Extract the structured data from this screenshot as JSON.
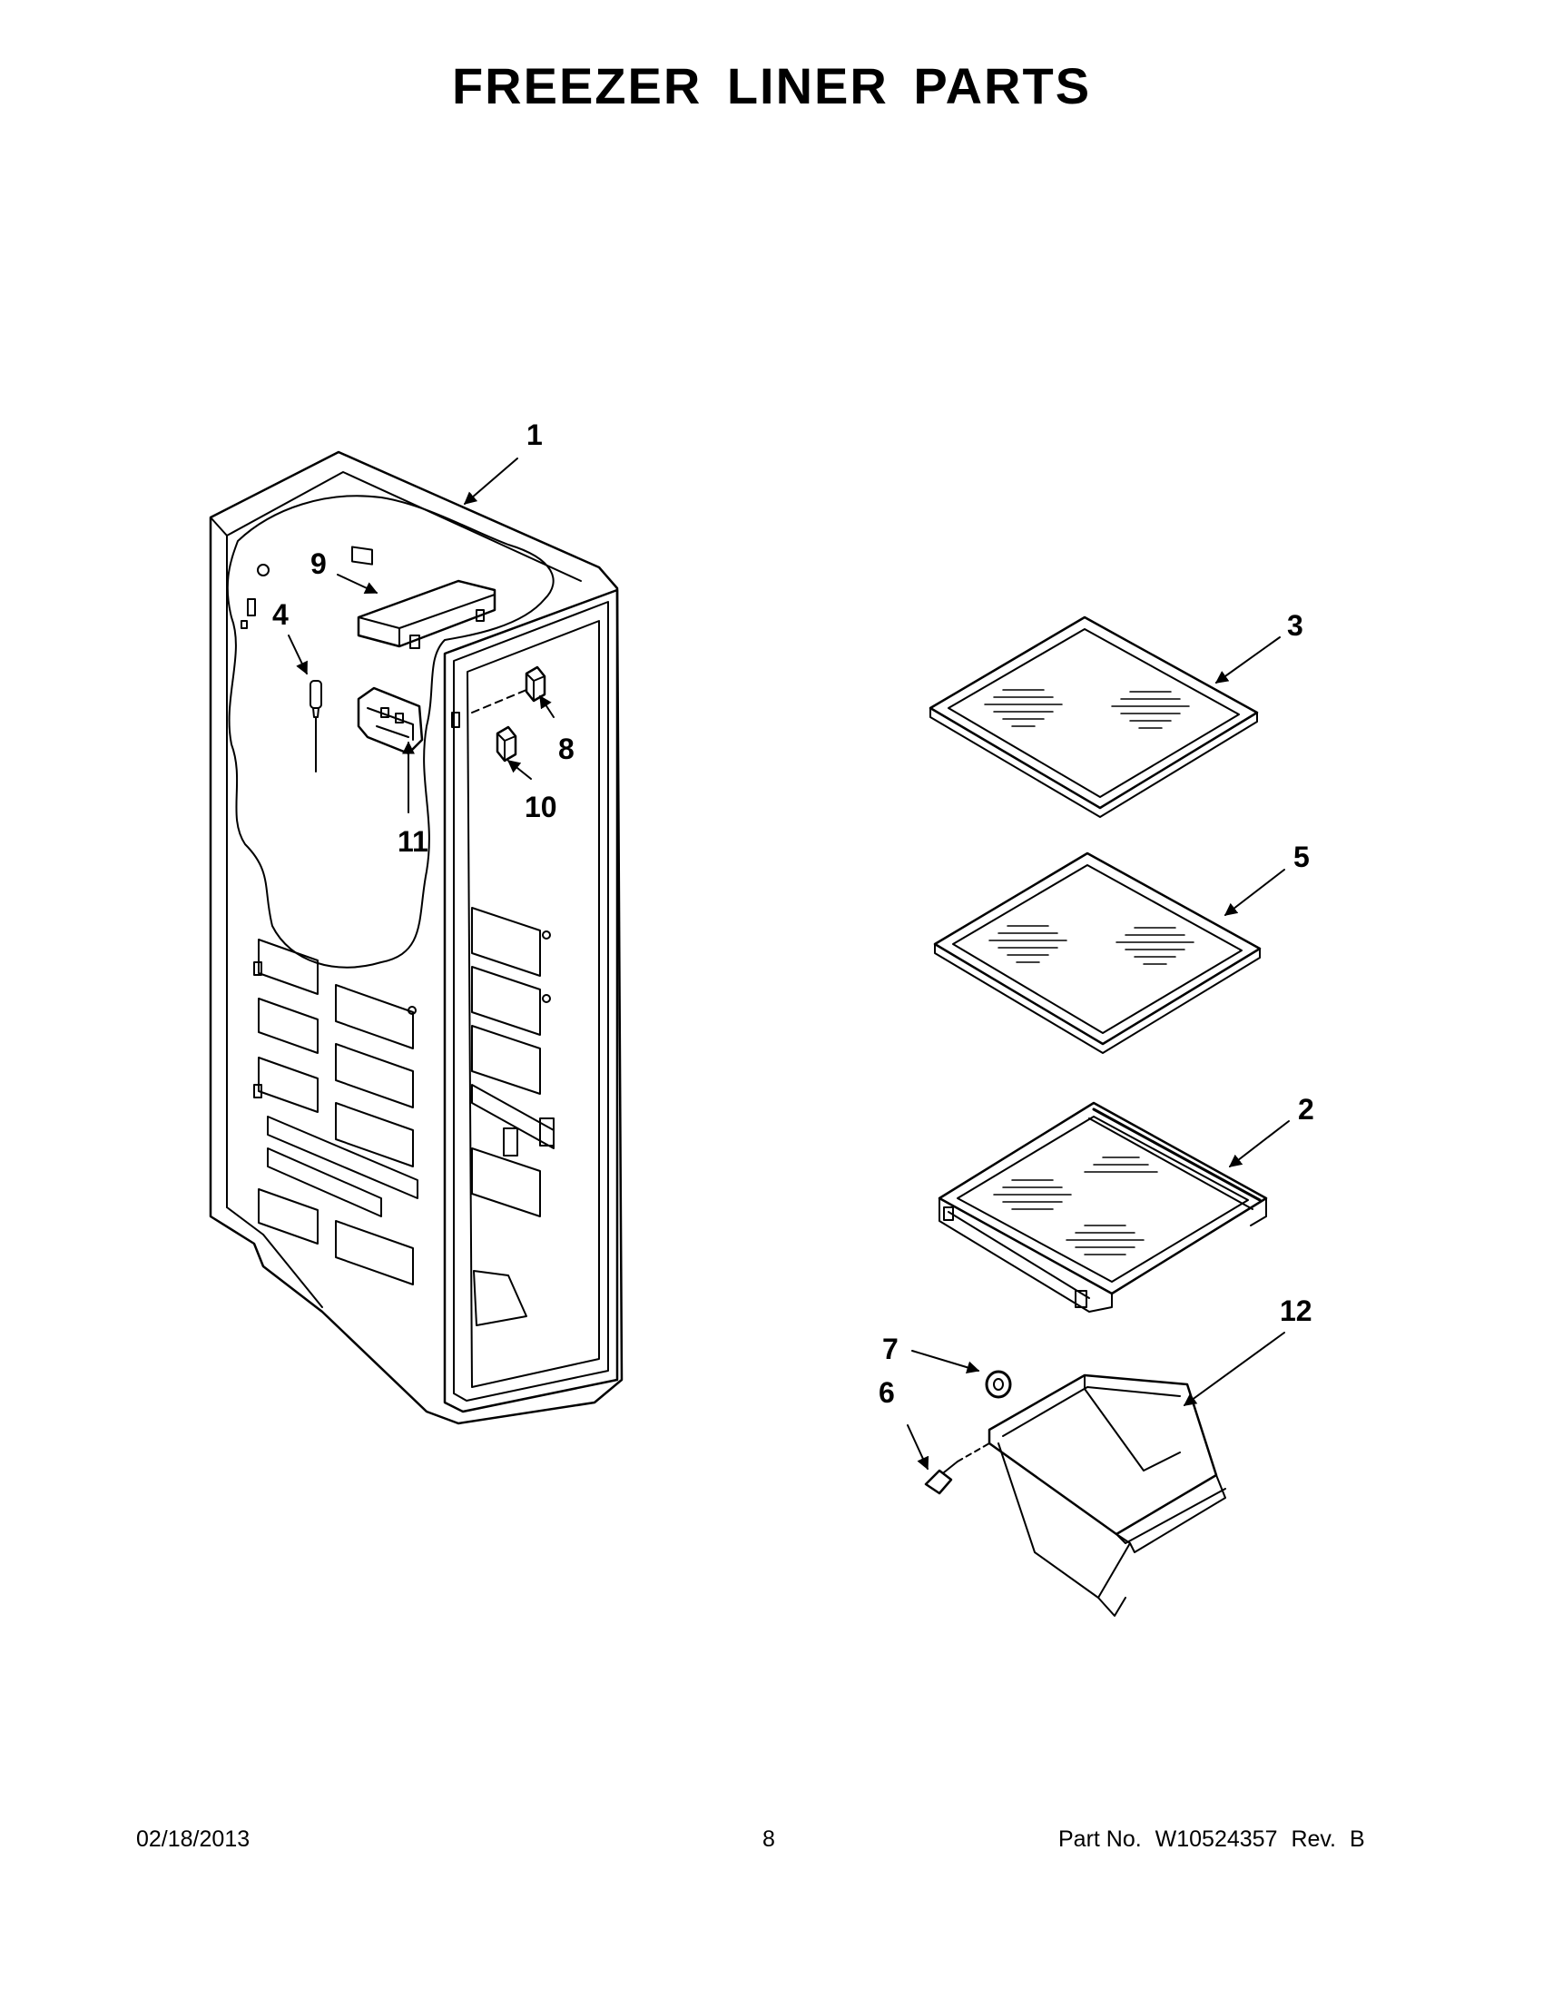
{
  "title": "FREEZER LINER PARTS",
  "callouts": {
    "c1": "1",
    "c2": "2",
    "c3": "3",
    "c4": "4",
    "c5": "5",
    "c6": "6",
    "c7": "7",
    "c8": "8",
    "c9": "9",
    "c10": "10",
    "c11": "11",
    "c12": "12"
  },
  "footer": {
    "date": "02/18/2013",
    "page": "8",
    "part_label": "Part No.",
    "part_number": "W10524357",
    "rev_label": "Rev.",
    "rev": "B"
  }
}
